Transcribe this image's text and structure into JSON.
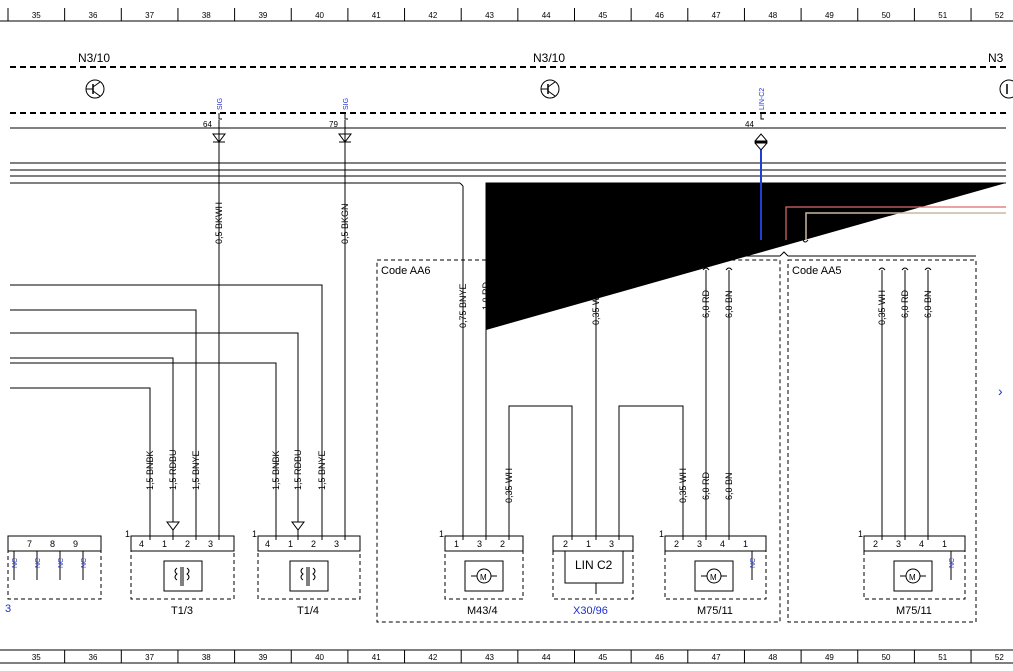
{
  "grid": {
    "columns": [
      "35",
      "36",
      "37",
      "38",
      "39",
      "40",
      "41",
      "42",
      "43",
      "44",
      "45",
      "46",
      "47",
      "48",
      "49",
      "50",
      "51",
      "52"
    ]
  },
  "modules": {
    "left": "N3/10",
    "mid": "N3/10",
    "right": "N3"
  },
  "signals": {
    "sig1": {
      "label": "SIG",
      "pin": "64",
      "wire": "0,5 BKWH"
    },
    "sig2": {
      "label": "SIG",
      "pin": "79",
      "wire": "0,5 BKGN"
    },
    "lin": {
      "label": "LIN-C2",
      "pin": "44"
    }
  },
  "codes": {
    "aa6": "Code AA6",
    "aa5": "Code AA5"
  },
  "wires": {
    "m43_bnye": "0,75 BNYE",
    "m43_rd": "1,0 RD",
    "x30_wh": "0,35 WH",
    "m75a_rd": "6,0 RD",
    "m75a_bn": "6,0 BN",
    "m75b_wh": "0,35 WH",
    "m75b_rd": "6,0 RD",
    "m75b_bn": "6,0 BN",
    "m43_wh_low": "0,35 WH",
    "m75a_wh_low": "0,35 WH",
    "m75a_rd_low": "6,0 RD",
    "m75a_bn_low": "6,0 BN",
    "t13_bnbk": "1,5 BNBK",
    "t13_rdbu": "1,5 RDBU",
    "t13_bnye": "1,5 BNYE",
    "t14_bnbk": "1,5 BNBK",
    "t14_rdbu": "1,5 RDBU",
    "t14_bnye": "1,5 BNYE"
  },
  "components": {
    "t13": {
      "label": "T1/3",
      "pins": [
        "4",
        "1",
        "2",
        "3"
      ],
      "corner": "1"
    },
    "t14": {
      "label": "T1/4",
      "pins": [
        "4",
        "1",
        "2",
        "3"
      ],
      "corner": "1"
    },
    "m43": {
      "label": "M43/4",
      "pins": [
        "1",
        "3",
        "2"
      ],
      "corner": "1",
      "symbol": "M"
    },
    "x30": {
      "label": "X30/96",
      "pins": [
        "2",
        "1",
        "3"
      ],
      "box": "LIN C2"
    },
    "m75a": {
      "label": "M75/11",
      "pins": [
        "2",
        "3",
        "4",
        "1"
      ],
      "corner": "1",
      "nc": "NC",
      "symbol": "M"
    },
    "m75b": {
      "label": "M75/11",
      "pins": [
        "2",
        "3",
        "4",
        "1"
      ],
      "corner": "1",
      "nc": "NC",
      "symbol": "M"
    },
    "left_conn": {
      "pins": [
        "7",
        "8",
        "9"
      ],
      "nc": "NC",
      "partial": "3"
    }
  },
  "colors": {
    "lin_wire": "#1d3fd3",
    "red_wire": "#e06a6a",
    "tan_wire": "#c9b8a3",
    "link": "#1c2fd6"
  },
  "nav": {
    "arrow": "›"
  }
}
